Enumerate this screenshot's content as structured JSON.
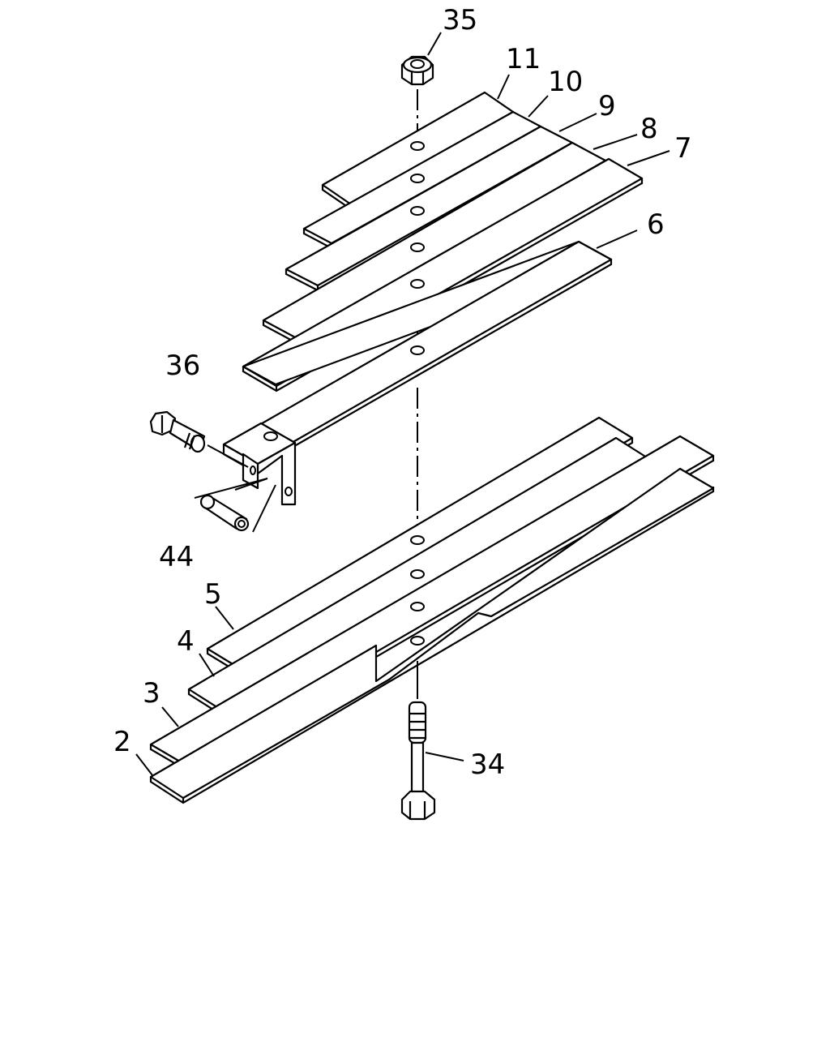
{
  "diagram": {
    "callouts": {
      "c35": "35",
      "c11": "11",
      "c10": "10",
      "c9": "9",
      "c8": "8",
      "c7": "7",
      "c6": "6",
      "c36": "36",
      "c44": "44",
      "c5": "5",
      "c4": "4",
      "c3": "3",
      "c2": "2",
      "c34": "34"
    }
  }
}
